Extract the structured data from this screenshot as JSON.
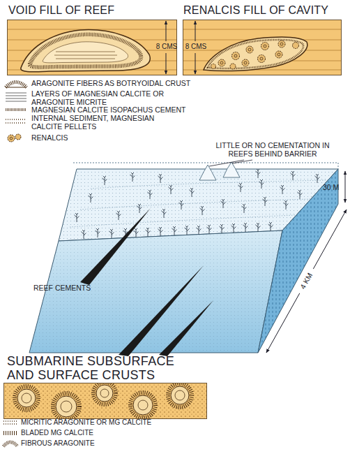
{
  "diagram": {
    "nodes": [
      {
        "text": [
          "VOID FILL OF REEF",
          "8 CMS"
        ]
      },
      {
        "text": [
          "RENALCIS FILL OF CAVITY",
          "8 CMS"
        ]
      },
      {
        "text": [
          "SUBMARINE SUBSURFACE AND SURFACE CRUSTS"
        ]
      }
    ],
    "labels": [
      "LITTLE OR NO CEMENTATION IN REEFS BEHIND BARRIER",
      "30 M",
      "4 KM",
      "REEF CEMENTS"
    ],
    "legend": [
      {
        "text": "ARAGONITE FIBERS AS BOTRYOIDAL CRUST"
      },
      {
        "text": "LAYERS OF MAGNESIAN CALCITE OR ARAGONITE MICRITE"
      },
      {
        "text": "MAGNESIAN CALCITE ISOPACHUS CEMENT"
      },
      {
        "text": "INTERNAL SEDIMENT, MAGNESIAN CALCITE PELLETS"
      },
      {
        "text": "RENALCIS"
      },
      {
        "text": "MICRITIC ARAGONITE OR MG CALCITE"
      },
      {
        "text": "BLADED MG CALCITE"
      },
      {
        "text": "FIBROUS ARAGONITE"
      }
    ]
  }
}
